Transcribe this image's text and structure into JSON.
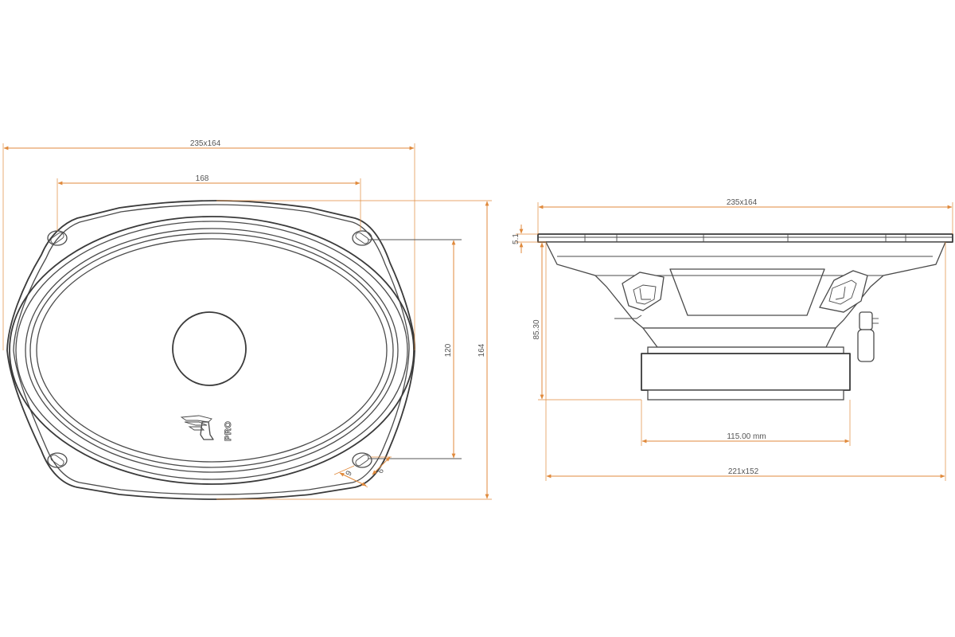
{
  "colors": {
    "dimension": "#e08a3c",
    "outline": "#4a4a4a",
    "text": "#555555",
    "background": "#ffffff"
  },
  "front_view": {
    "overall_width": "235x164",
    "hole_spacing": "168",
    "vertical_hole_spacing": "120",
    "overall_height": "164",
    "hole_size_a": "9",
    "hole_size_b": "6",
    "logo_text": "PRO"
  },
  "side_view": {
    "top_width": "235x164",
    "flange_thickness": "5.1",
    "mount_depth": "85.30",
    "magnet_diameter": "115.00 mm",
    "cutout_size": "221x152"
  }
}
